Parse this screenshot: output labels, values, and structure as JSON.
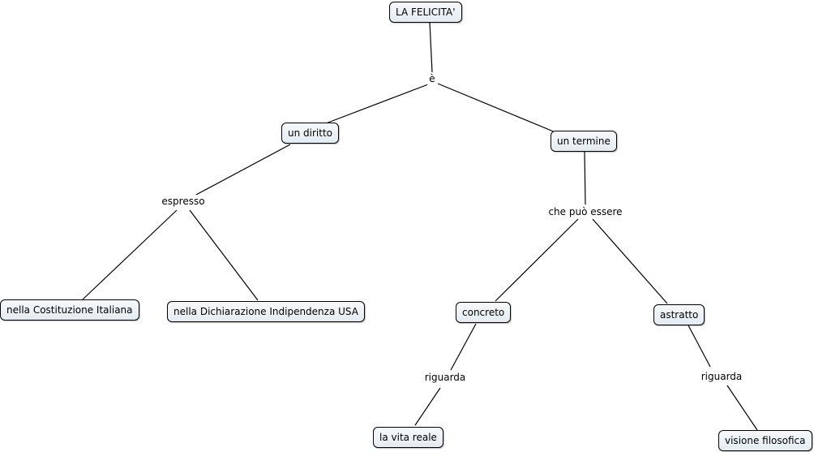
{
  "concepts": {
    "felicita": "LA FELICITA'",
    "diritto": "un diritto",
    "termine": "un termine",
    "costituzione": "nella Costituzione Italiana",
    "dichiarazione": "nella Dichiarazione Indipendenza USA",
    "concreto": "concreto",
    "astratto": "astratto",
    "vita_reale": "la vita reale",
    "visione": "visione filosofica"
  },
  "links": {
    "e": "è",
    "espresso": "espresso",
    "puo_essere": "che può essere",
    "riguarda_1": "riguarda",
    "riguarda_2": "riguarda"
  }
}
